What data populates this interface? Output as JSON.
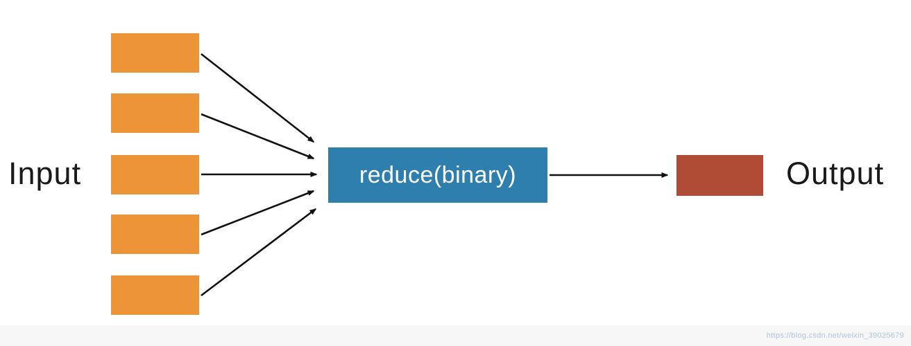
{
  "diagram": {
    "input_label": "Input",
    "output_label": "Output",
    "reduce_label": "reduce(binary)",
    "input_box_count": 5
  },
  "colors": {
    "input_box": "#ED9438",
    "reduce_box": "#2E7EAE",
    "output_box": "#B04B35",
    "arrow": "#111111",
    "text": "#1a1a1a",
    "watermark": "#aFC4E0"
  },
  "watermark": {
    "text": "https://blog.csdn.net/weixin_39025679"
  }
}
